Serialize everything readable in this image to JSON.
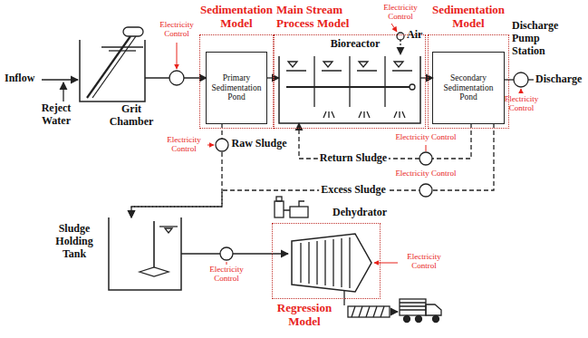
{
  "diagram": {
    "nodes": [
      {
        "text": [
          "Grit Chamber"
        ]
      },
      {
        "text": [
          "Sedimentation Model"
        ]
      },
      {
        "text": [
          "Primary Sedimentation Pond"
        ],
        "in": 1
      },
      {
        "text": [
          "Main Stream Process Model"
        ]
      },
      {
        "text": [
          "Bioreactor"
        ],
        "in": 3
      },
      {
        "text": [
          "Sedimentation Model"
        ]
      },
      {
        "text": [
          "Secondary Sedimentation Pond"
        ],
        "in": 5
      },
      {
        "text": [
          "Sludge Holding Tank"
        ]
      },
      {
        "text": [
          "Regression Model"
        ]
      },
      {
        "text": [
          "Dehydrator"
        ],
        "in": 8
      }
    ],
    "edges": [
      {
        "from": 0,
        "to": 2,
        "arrow": "to"
      },
      {
        "from": 2,
        "to": 4,
        "arrow": "to"
      },
      {
        "from": 4,
        "to": 6,
        "arrow": "to"
      },
      {
        "from": 6,
        "to": 4,
        "arrow": "to",
        "label": "Return Sludge"
      },
      {
        "from": 6,
        "to": 7,
        "arrow": "to",
        "label": "Excess Sludge"
      },
      {
        "from": 2,
        "to": 7,
        "arrow": "to",
        "label": "Raw Sludge"
      },
      {
        "from": 7,
        "to": 9,
        "arrow": "to"
      }
    ],
    "labels": [
      "Inflow",
      "Reject Water",
      "Electricity Control",
      "Electricity Control",
      "Air",
      "Discharge Pump Station",
      "Discharge",
      "Electricity Control",
      "Electricity Control",
      "Electricity Control",
      "Electricity Control",
      "Electricity Control",
      "Electricity Control"
    ]
  }
}
